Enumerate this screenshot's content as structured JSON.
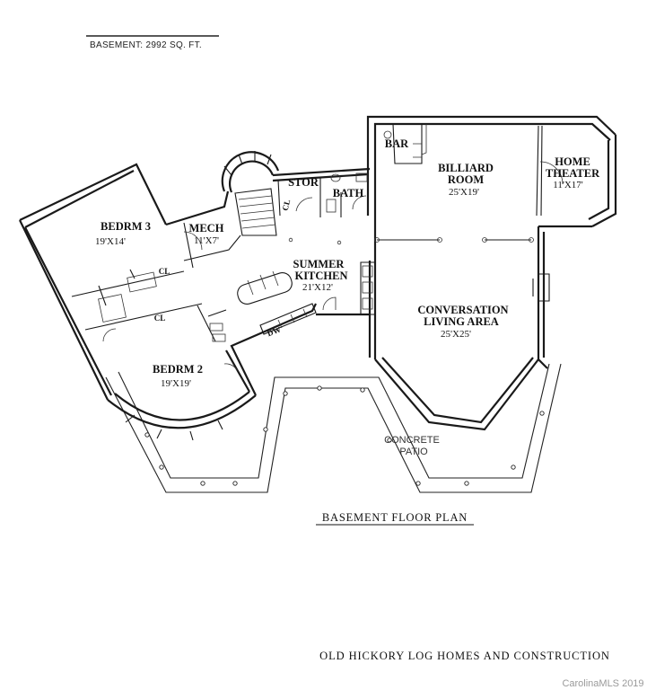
{
  "header": {
    "basement_area": "BASEMENT: 2992 SQ. FT."
  },
  "rooms": {
    "bedroom3": {
      "name": "BEDRM 3",
      "size": "19'X14'"
    },
    "mech": {
      "name": "MECH",
      "size": "11'X7'"
    },
    "stor": {
      "name": "STOR"
    },
    "closet1": {
      "name": "CL"
    },
    "bath": {
      "name": "BATH"
    },
    "bar": {
      "name": "BAR"
    },
    "billiard": {
      "name1": "BILLIARD",
      "name2": "ROOM",
      "size": "25'X19'"
    },
    "theater": {
      "name1": "HOME",
      "name2": "THEATER",
      "size": "11'X17'"
    },
    "kitchen": {
      "name1": "SUMMER",
      "name2": "KITCHEN",
      "size": "21'X12'"
    },
    "conversation": {
      "name1": "CONVERSATION",
      "name2": "LIVING AREA",
      "size": "25'X25'"
    },
    "bedroom2": {
      "name": "BEDRM 2",
      "size": "19'X19'"
    },
    "closet2": {
      "name": "CL"
    },
    "closet3": {
      "name": "CL"
    },
    "dishwasher": {
      "name": "DW"
    },
    "patio": {
      "line1": "CONCRETE",
      "line2": "PATIO"
    }
  },
  "plan_title": "BASEMENT FLOOR PLAN",
  "company": "OLD HICKORY LOG HOMES AND CONSTRUCTION",
  "watermark": "CarolinaMLS 2019"
}
